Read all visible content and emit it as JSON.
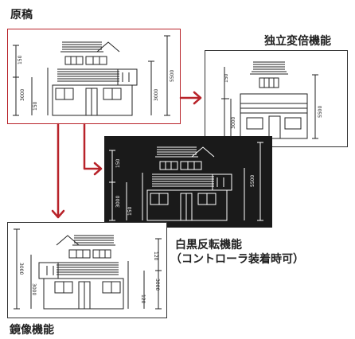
{
  "labels": {
    "original": "原稿",
    "independent_scaling": "独立変倍機能",
    "negative_line1": "白黒反転機能",
    "negative_line2": "（コントローラ装着時可）",
    "mirror": "鏡像機能"
  },
  "dimensions": {
    "d150": "150",
    "d5500": "5500",
    "d3000": "3000",
    "d120": "120"
  },
  "colors": {
    "accent": "#b8232a",
    "negative_bg": "#1a1a1a"
  }
}
